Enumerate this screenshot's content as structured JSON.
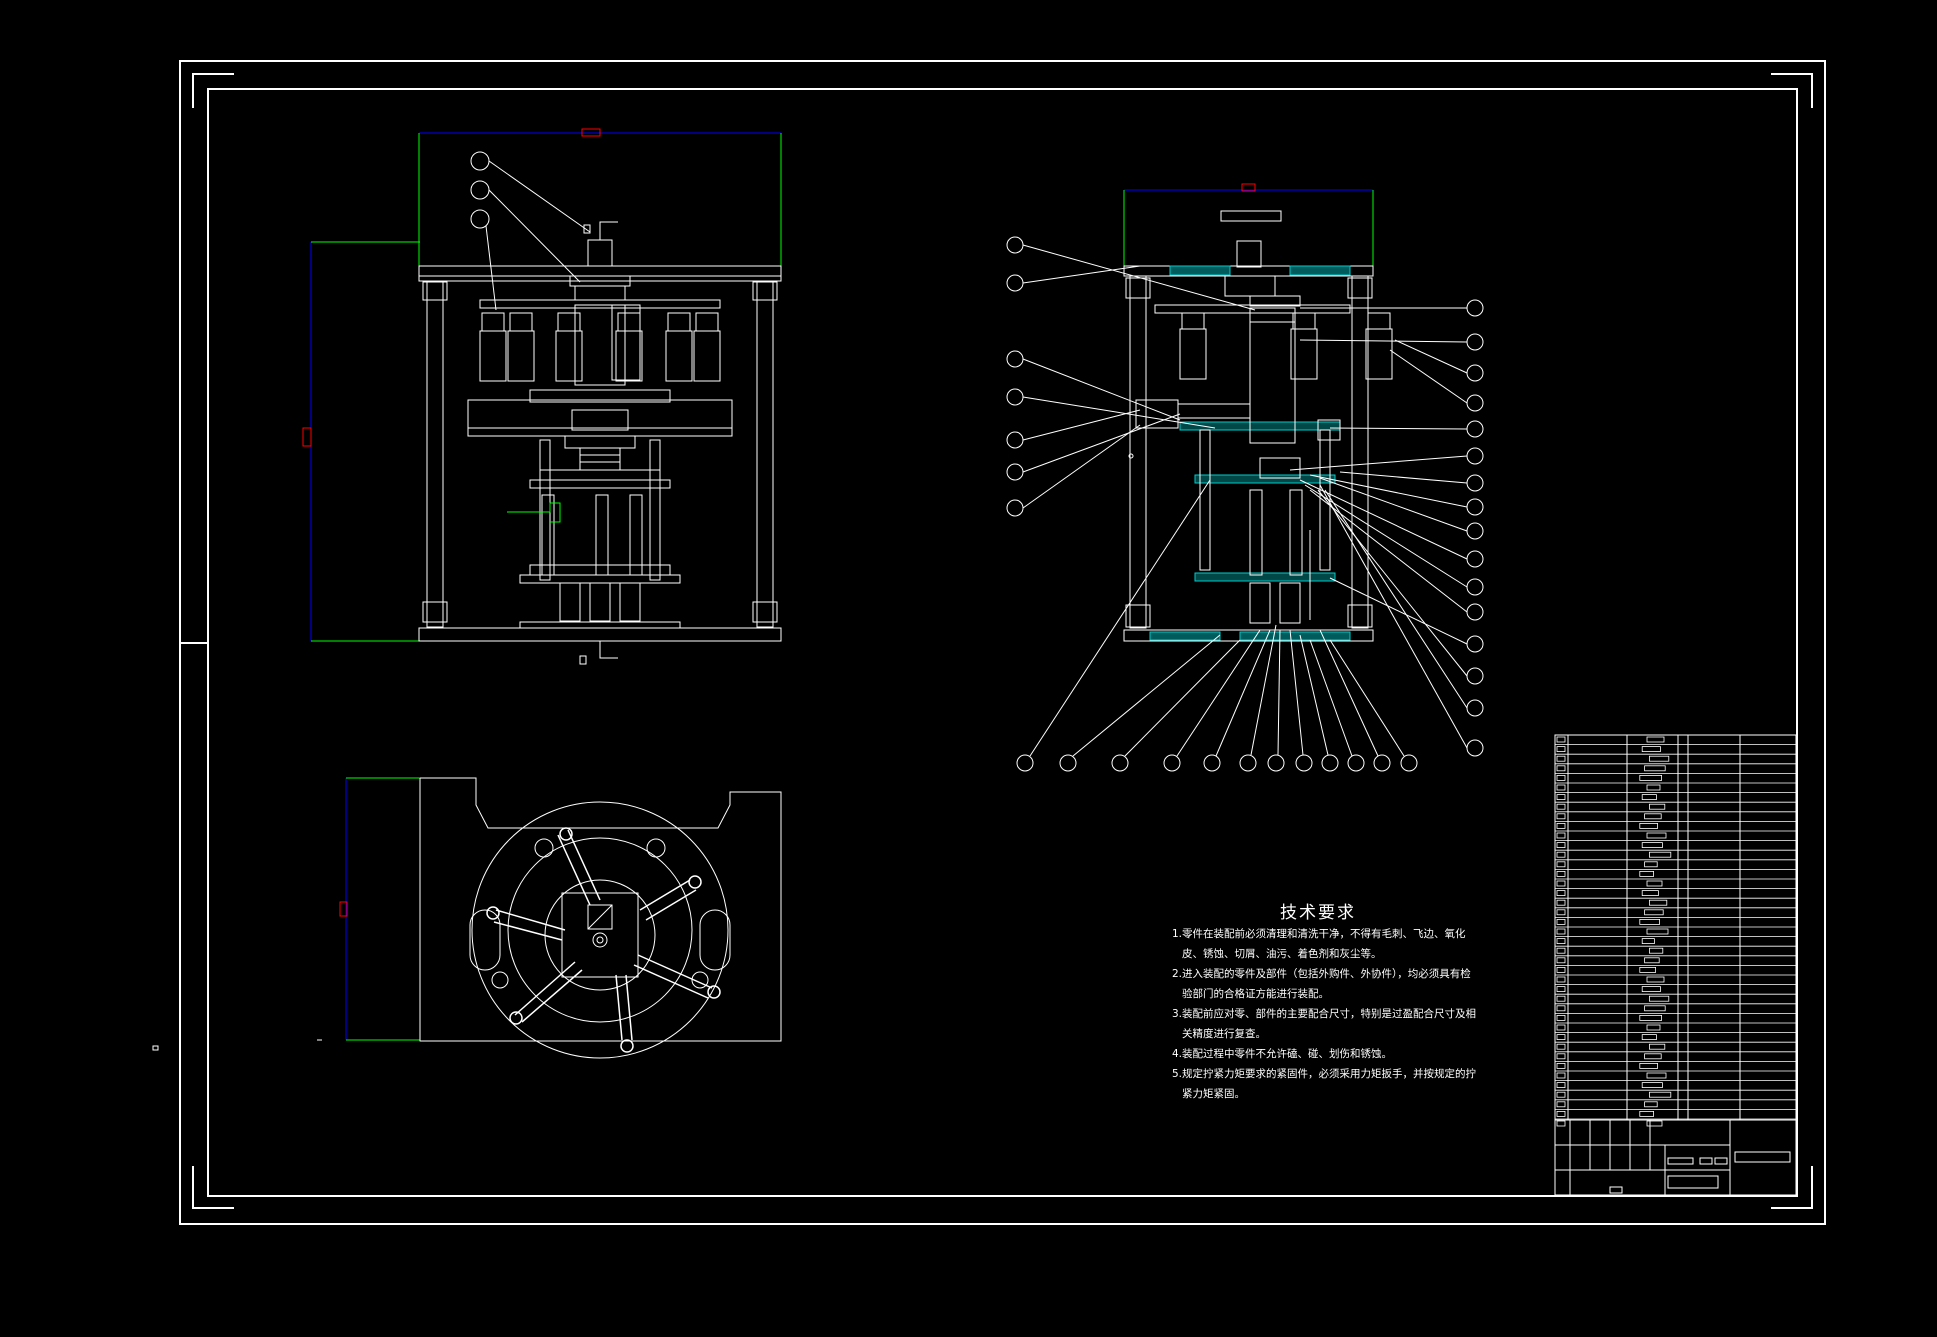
{
  "drawing": {
    "technical_requirements": {
      "title": "技术要求",
      "items": [
        "1.零件在装配前必须清理和清洗干净，不得有毛刺、飞边、氧化",
        "皮、锈蚀、切屑、油污、着色剂和灰尘等。",
        "2.进入装配的零件及部件（包括外购件、外协件），均必须具有检",
        "验部门的合格证方能进行装配。",
        "3.装配前应对零、部件的主要配合尺寸，特别是过盈配合尺寸及相",
        "关精度进行复查。",
        "4.装配过程中零件不允许磕、碰、划伤和锈蚀。",
        "5.规定拧紧力矩要求的紧固件，必须采用力矩扳手，并按规定的拧",
        "紧力矩紧固。"
      ]
    },
    "colors": {
      "background": "#000000",
      "line": "#ffffff",
      "dimension": "#0000ff",
      "extension": "#00ff00",
      "dimension_text": "#ff0000",
      "hatch": "#00cccc"
    },
    "views": [
      "front-view",
      "side-view",
      "top-view"
    ]
  }
}
